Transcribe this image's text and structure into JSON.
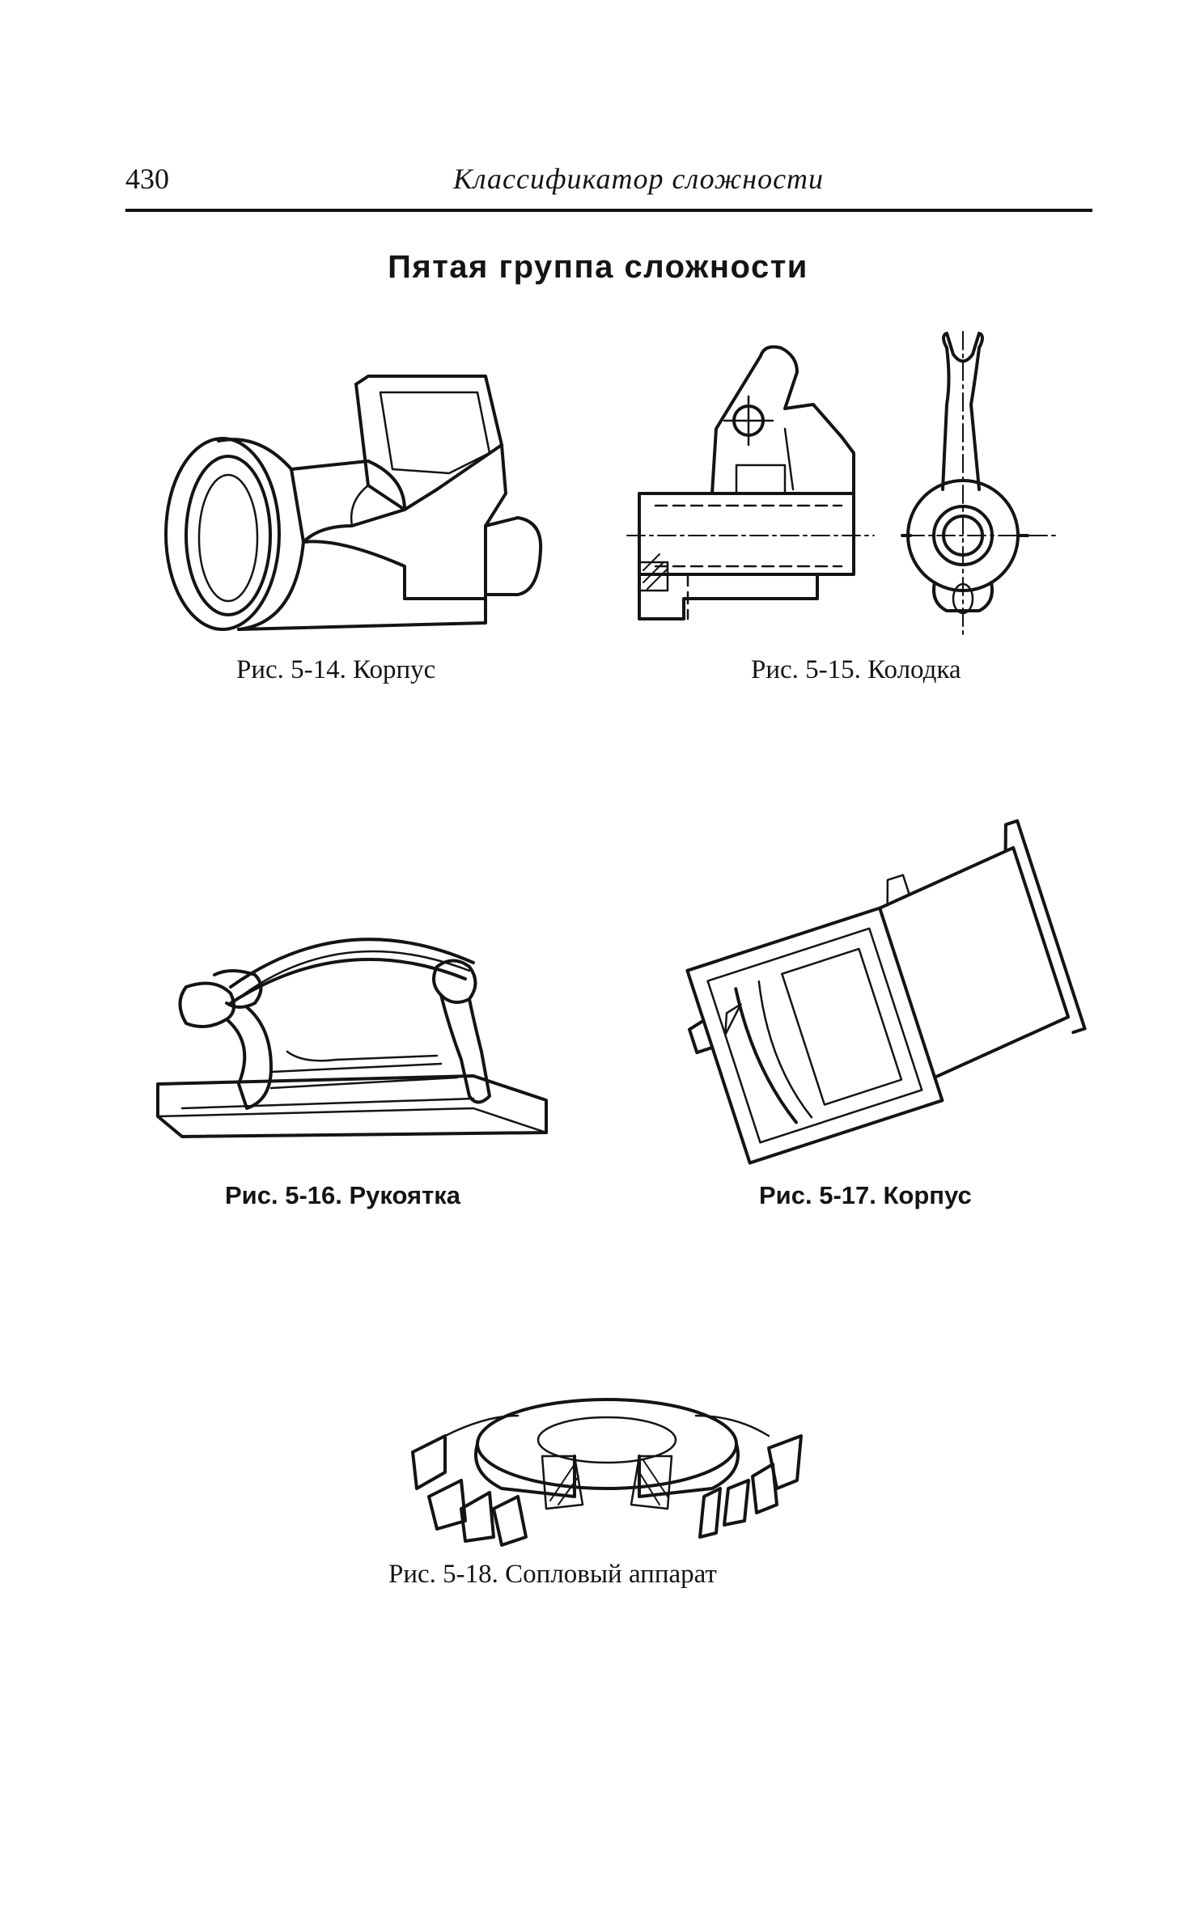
{
  "header": {
    "page_number": "430",
    "running_title": "Классификатор сложности"
  },
  "section": {
    "title": "Пятая группа сложности"
  },
  "figures": [
    {
      "id": "fig-5-14",
      "caption": "Рис. 5-14. Корпус"
    },
    {
      "id": "fig-5-15",
      "caption": "Рис. 5-15. Колодка"
    },
    {
      "id": "fig-5-16",
      "caption": "Рис. 5-16. Рукоятка"
    },
    {
      "id": "fig-5-17",
      "caption": "Рис. 5-17. Корпус"
    },
    {
      "id": "fig-5-18",
      "caption": "Рис. 5-18. Сопловый аппарат"
    }
  ]
}
